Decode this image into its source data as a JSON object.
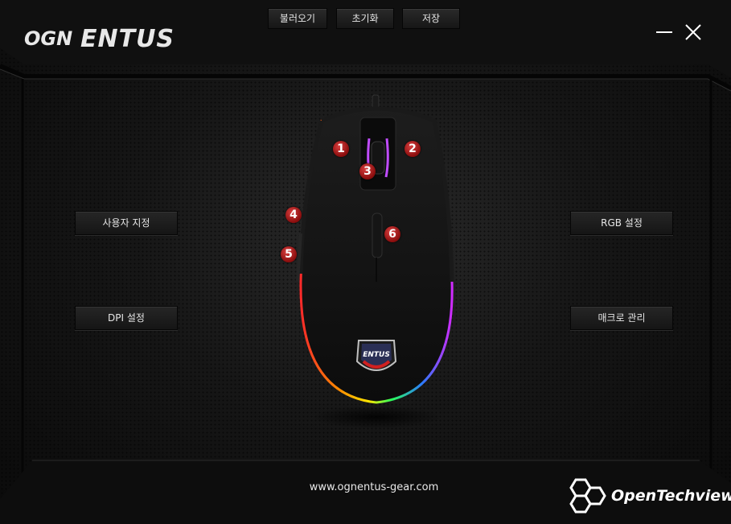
{
  "app": {
    "logo_text": "OGN ENTUS"
  },
  "toolbar": {
    "load_label": "불러오기",
    "reset_label": "초기화",
    "save_label": "저장"
  },
  "window_controls": {
    "minimize_icon": "minimize-icon",
    "close_icon": "close-icon"
  },
  "left_menu": {
    "custom_label": "사용자 지정",
    "dpi_label": "DPI 설정"
  },
  "right_menu": {
    "rgb_label": "RGB 설정",
    "macro_label": "매크로 관리"
  },
  "mouse_buttons": {
    "b1": "1",
    "b2": "2",
    "b3": "3",
    "b4": "4",
    "b5": "5",
    "b6": "6"
  },
  "footer": {
    "url": "www.ognentus-gear.com"
  },
  "watermark": {
    "text": "OpenTechview"
  },
  "colors": {
    "marker": "#b31b1b",
    "background": "#0b0b0b",
    "button_text": "#e6e6e6"
  }
}
